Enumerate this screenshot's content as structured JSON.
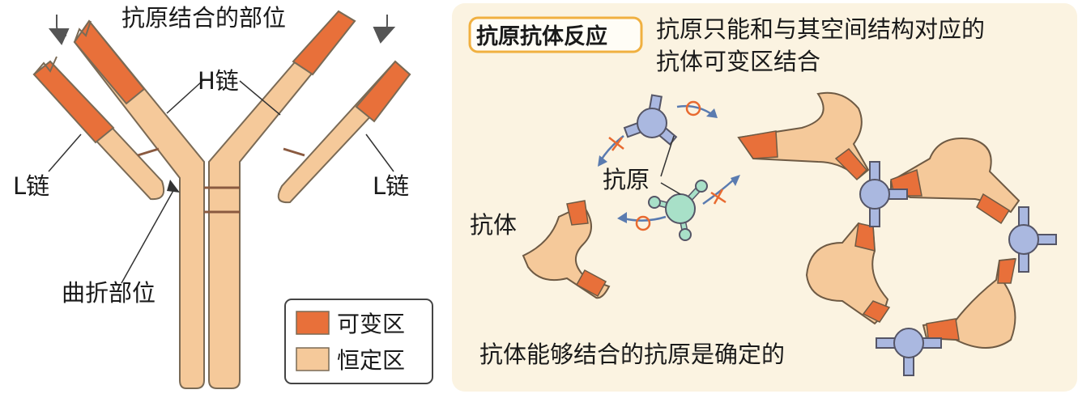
{
  "left_panel": {
    "top_label": "抗原结合的部位",
    "h_chain": "H链",
    "l_chain_left": "L链",
    "l_chain_right": "L链",
    "hinge": "曲折部位",
    "legend": [
      {
        "label": "可变区",
        "color": "#e8703a"
      },
      {
        "label": "恒定区",
        "color": "#f5c99a"
      }
    ]
  },
  "right_panel": {
    "badge": "抗原抗体反应",
    "note_line1": "抗原只能和与其空间结构对应的",
    "note_line2": "抗体可变区结合",
    "antigen_label": "抗原",
    "antibody_label": "抗体",
    "bottom_note": "抗体能够结合的抗原是确定的",
    "colors": {
      "background": "#fbf3e1",
      "variable": "#e8703a",
      "constant": "#f5c99a",
      "antigen_blue": "#aab8e0",
      "antigen_green": "#a8e0c8",
      "badge_border": "#f0b040"
    }
  }
}
